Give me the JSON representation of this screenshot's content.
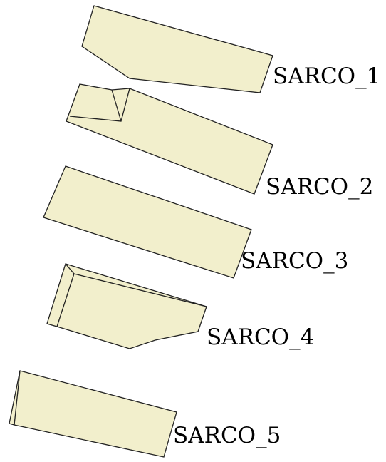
{
  "fill_color": "#f2efcc",
  "stroke_color": "#222222",
  "fragments": [
    {
      "label": "SARCO_1"
    },
    {
      "label": "SARCO_2"
    },
    {
      "label": "SARCO_3"
    },
    {
      "label": "SARCO_4"
    },
    {
      "label": "SARCO_5"
    }
  ]
}
